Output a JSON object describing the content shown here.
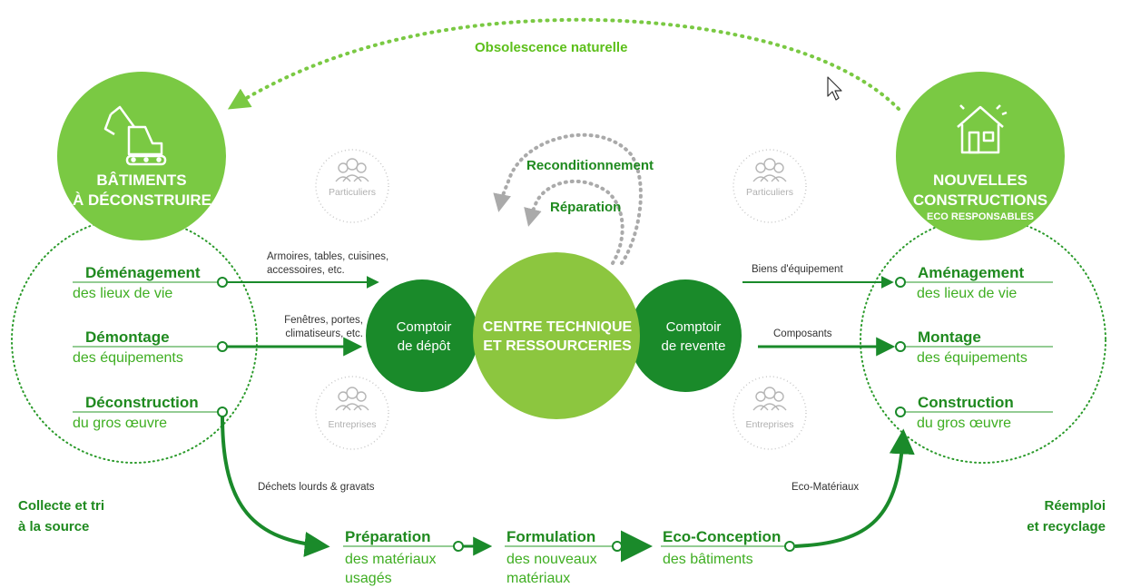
{
  "top_arc_label": "Obsolescence naturelle",
  "left": {
    "title_line1": "BÂTIMENTS",
    "title_line2": "À DÉCONSTRUIRE",
    "items": [
      {
        "head": "Déménagement",
        "sub": "des lieux de vie"
      },
      {
        "head": "Démontage",
        "sub": "des équipements"
      },
      {
        "head": "Déconstruction",
        "sub": "du gros œuvre"
      }
    ],
    "side_label_line1": "Collecte et tri",
    "side_label_line2": "à la source"
  },
  "right": {
    "title_line1": "NOUVELLES",
    "title_line2": "CONSTRUCTIONS",
    "title_line3": "ECO RESPONSABLES",
    "items": [
      {
        "head": "Aménagement",
        "sub": "des lieux de vie"
      },
      {
        "head": "Montage",
        "sub": "des équipements"
      },
      {
        "head": "Construction",
        "sub": "du gros œuvre"
      }
    ],
    "side_label_line1": "Réemploi",
    "side_label_line2": "et recyclage"
  },
  "center": {
    "left_circle_line1": "Comptoir",
    "left_circle_line2": "de dépôt",
    "main_circle_line1": "CENTRE TECHNIQUE",
    "main_circle_line2": "ET RESSOURCERIES",
    "right_circle_line1": "Comptoir",
    "right_circle_line2": "de revente",
    "loop_outer": "Reconditionnement",
    "loop_inner": "Réparation"
  },
  "ghosts": {
    "top_left": "Particuliers",
    "bottom_left": "Entreprises",
    "top_right": "Particuliers",
    "bottom_right": "Entreprises"
  },
  "flows": {
    "armoires_line1": "Armoires, tables, cuisines,",
    "armoires_line2": "accessoires, etc.",
    "fenetres_line1": "Fenêtres, portes,",
    "fenetres_line2": "climatiseurs, etc.",
    "biens": "Biens d'équipement",
    "composants": "Composants",
    "dechets": "Déchets lourds & gravats",
    "eco_materiaux": "Eco-Matériaux"
  },
  "bottom_steps": [
    {
      "head": "Préparation",
      "sub_line1": "des matériaux",
      "sub_line2": "usagés"
    },
    {
      "head": "Formulation",
      "sub_line1": "des nouveaux",
      "sub_line2": "matériaux"
    },
    {
      "head": "Eco-Conception",
      "sub_line1": "des bâtiments",
      "sub_line2": ""
    }
  ],
  "colors": {
    "light_green": "#7ac943",
    "mid_green": "#8cc63f",
    "dark_green": "#1a8a2a",
    "gray": "#aaaaaa"
  },
  "icons": [
    "excavator-icon",
    "house-icon",
    "people-icon",
    "cursor-icon"
  ]
}
